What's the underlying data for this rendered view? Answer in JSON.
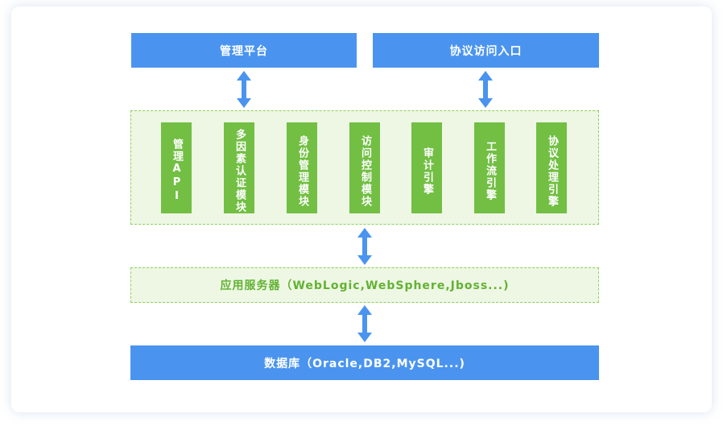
{
  "top_boxes": {
    "admin_platform": "管理平台",
    "protocol_entry": "协议访问入口"
  },
  "modules": [
    "管理API",
    "多因素认证模块",
    "身份管理模块",
    "访问控制模块",
    "审计引擎",
    "工作流引擎",
    "协议处理引擎"
  ],
  "app_server": "应用服务器（WebLogic,WebSphere,Jboss...)",
  "database": "数据库（Oracle,DB2,MySQL...)",
  "colors": {
    "blue": "#4a94ef",
    "green": "#72bf44",
    "green_text": "#62b232",
    "panel_bg": "#eef7e4",
    "arrow": "#4a94ef"
  }
}
